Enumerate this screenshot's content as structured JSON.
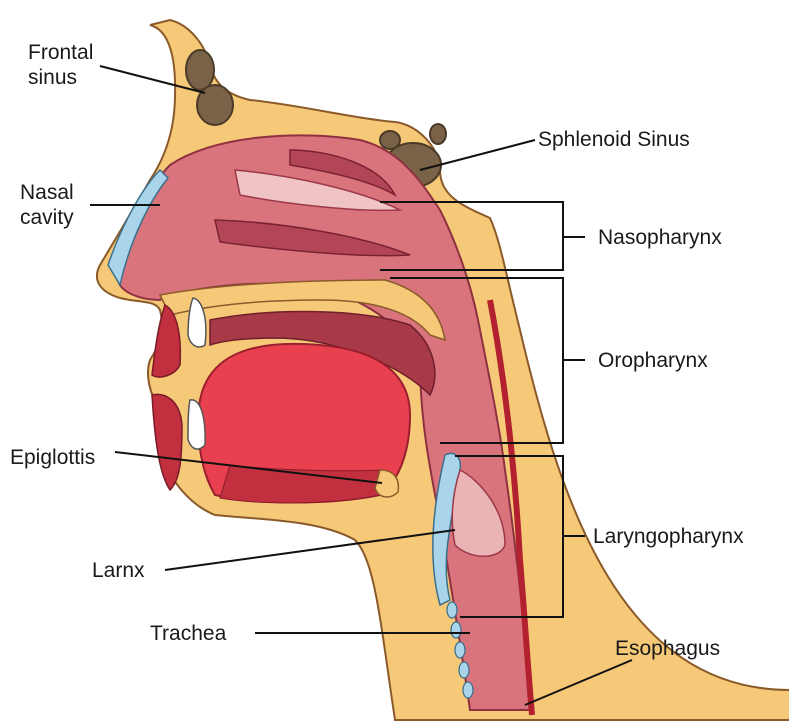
{
  "labels": {
    "frontal_sinus": [
      "Frontal",
      "sinus"
    ],
    "nasal_cavity": [
      "Nasal",
      "cavity"
    ],
    "sphenoid_sinus": "Sphlenoid Sinus",
    "nasopharynx": "Nasopharynx",
    "oropharynx": "Oropharynx",
    "epiglottis": "Epiglottis",
    "laryngopharynx": "Laryngopharynx",
    "larynx": "Larnx",
    "trachea": "Trachea",
    "esophagus": "Esophagus"
  },
  "colors": {
    "skin": "#f6c978",
    "skin_outline": "#8a5a2a",
    "tissue": "#d9747d",
    "tissue_light": "#eab3b5",
    "tissue_dark": "#a83a47",
    "tongue": "#e8404f",
    "sinus": "#7a6248",
    "cartilage": "#a9d4ea",
    "line": "#111111"
  }
}
